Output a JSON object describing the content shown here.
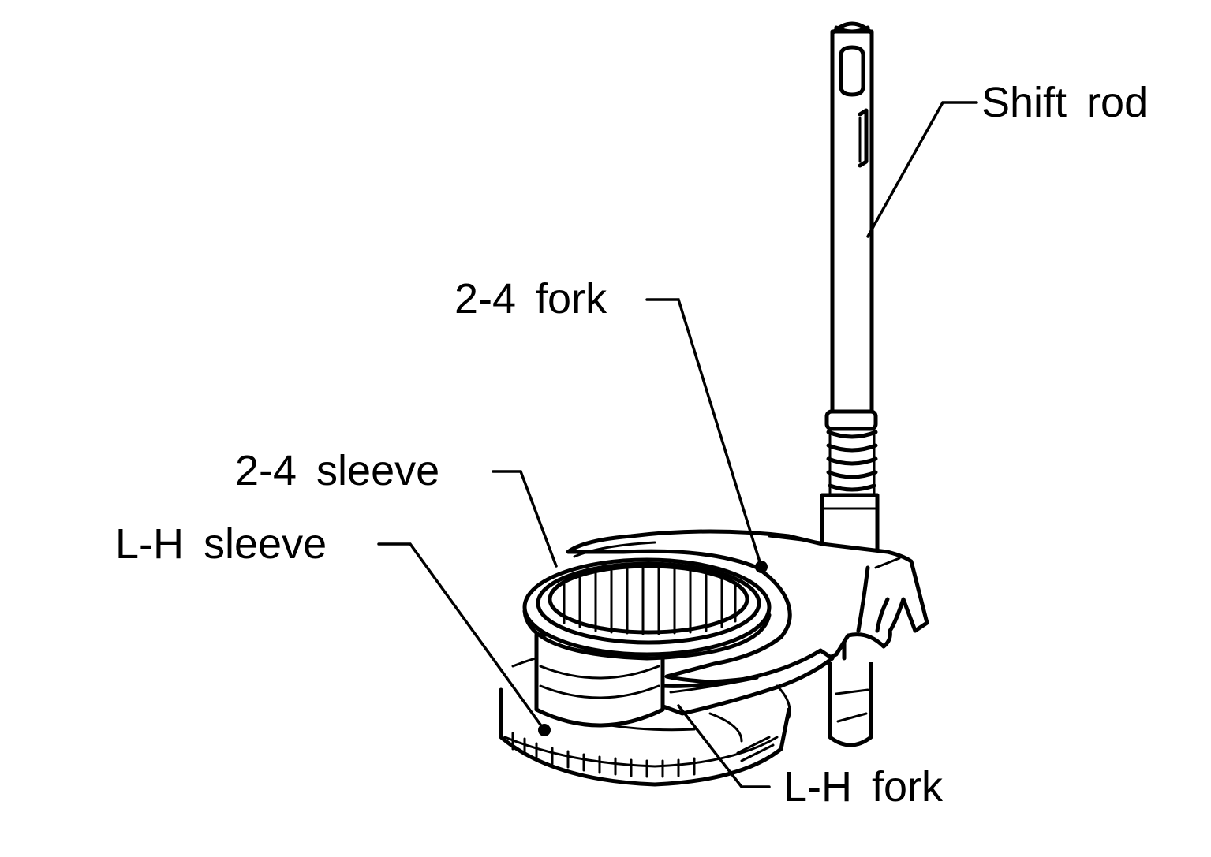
{
  "diagram": {
    "labels": {
      "shift_rod": "Shift rod",
      "fork_24": "2-4 fork",
      "sleeve_24": "2-4 sleeve",
      "sleeve_lh": "L-H sleeve",
      "fork_lh": "L-H fork"
    },
    "colors": {
      "ink": "#000000",
      "background": "#ffffff"
    }
  }
}
